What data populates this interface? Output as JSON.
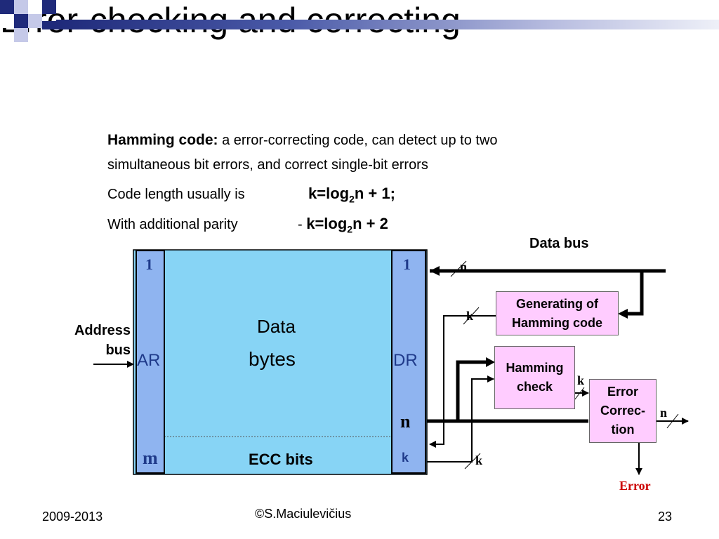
{
  "title": "Error-checking and correcting",
  "intro": {
    "term": "Hamming code:",
    "definition_line1": " a error-correcting code, can detect up to two",
    "definition_line2": "simultaneous bit errors, and correct single-bit errors",
    "code_length_label": "Code length usually is",
    "formula1": {
      "pre": "k=log",
      "sub": "2",
      "post": "n + 1;"
    },
    "parity_label": "With additional parity",
    "parity_dash": "- ",
    "formula2": {
      "pre": "k=log",
      "sub": "2",
      "post": "n + 2"
    }
  },
  "diagram": {
    "data_bus_label": "Data bus",
    "address_bus_line1": "Address",
    "address_bus_line2": "bus",
    "ar_label": "AR",
    "ar_top": "1",
    "ar_bottom": "m",
    "data_line1": "Data",
    "data_line2": "bytes",
    "ecc_label": "ECC bits",
    "dr_label": "DR",
    "dr_top": "1",
    "dr_n": "n",
    "dr_k": "k",
    "gen_box_line1": "Generating of",
    "gen_box_line2": "Hamming code",
    "check_box_line1": "Hamming",
    "check_box_line2": "check",
    "corr_box_line1": "Error",
    "corr_box_line2": "Correc-",
    "corr_box_line3": "tion",
    "bus_n_top": "n",
    "bus_k_gen": "k",
    "bus_k_check": "k",
    "bus_k_bottom": "k",
    "bus_n_out": "n",
    "error_label": "Error",
    "colors": {
      "memory_fill": "#87d4f5",
      "register_fill": "#8fb4f0",
      "box_fill": "#ffccff",
      "register_text": "#1f3a8a",
      "error_text": "#cc0000",
      "header_navy": "#1f2a7a"
    }
  },
  "footer": {
    "left": "2009-2013",
    "center": "©S.Maciulevičius",
    "right": "23"
  }
}
